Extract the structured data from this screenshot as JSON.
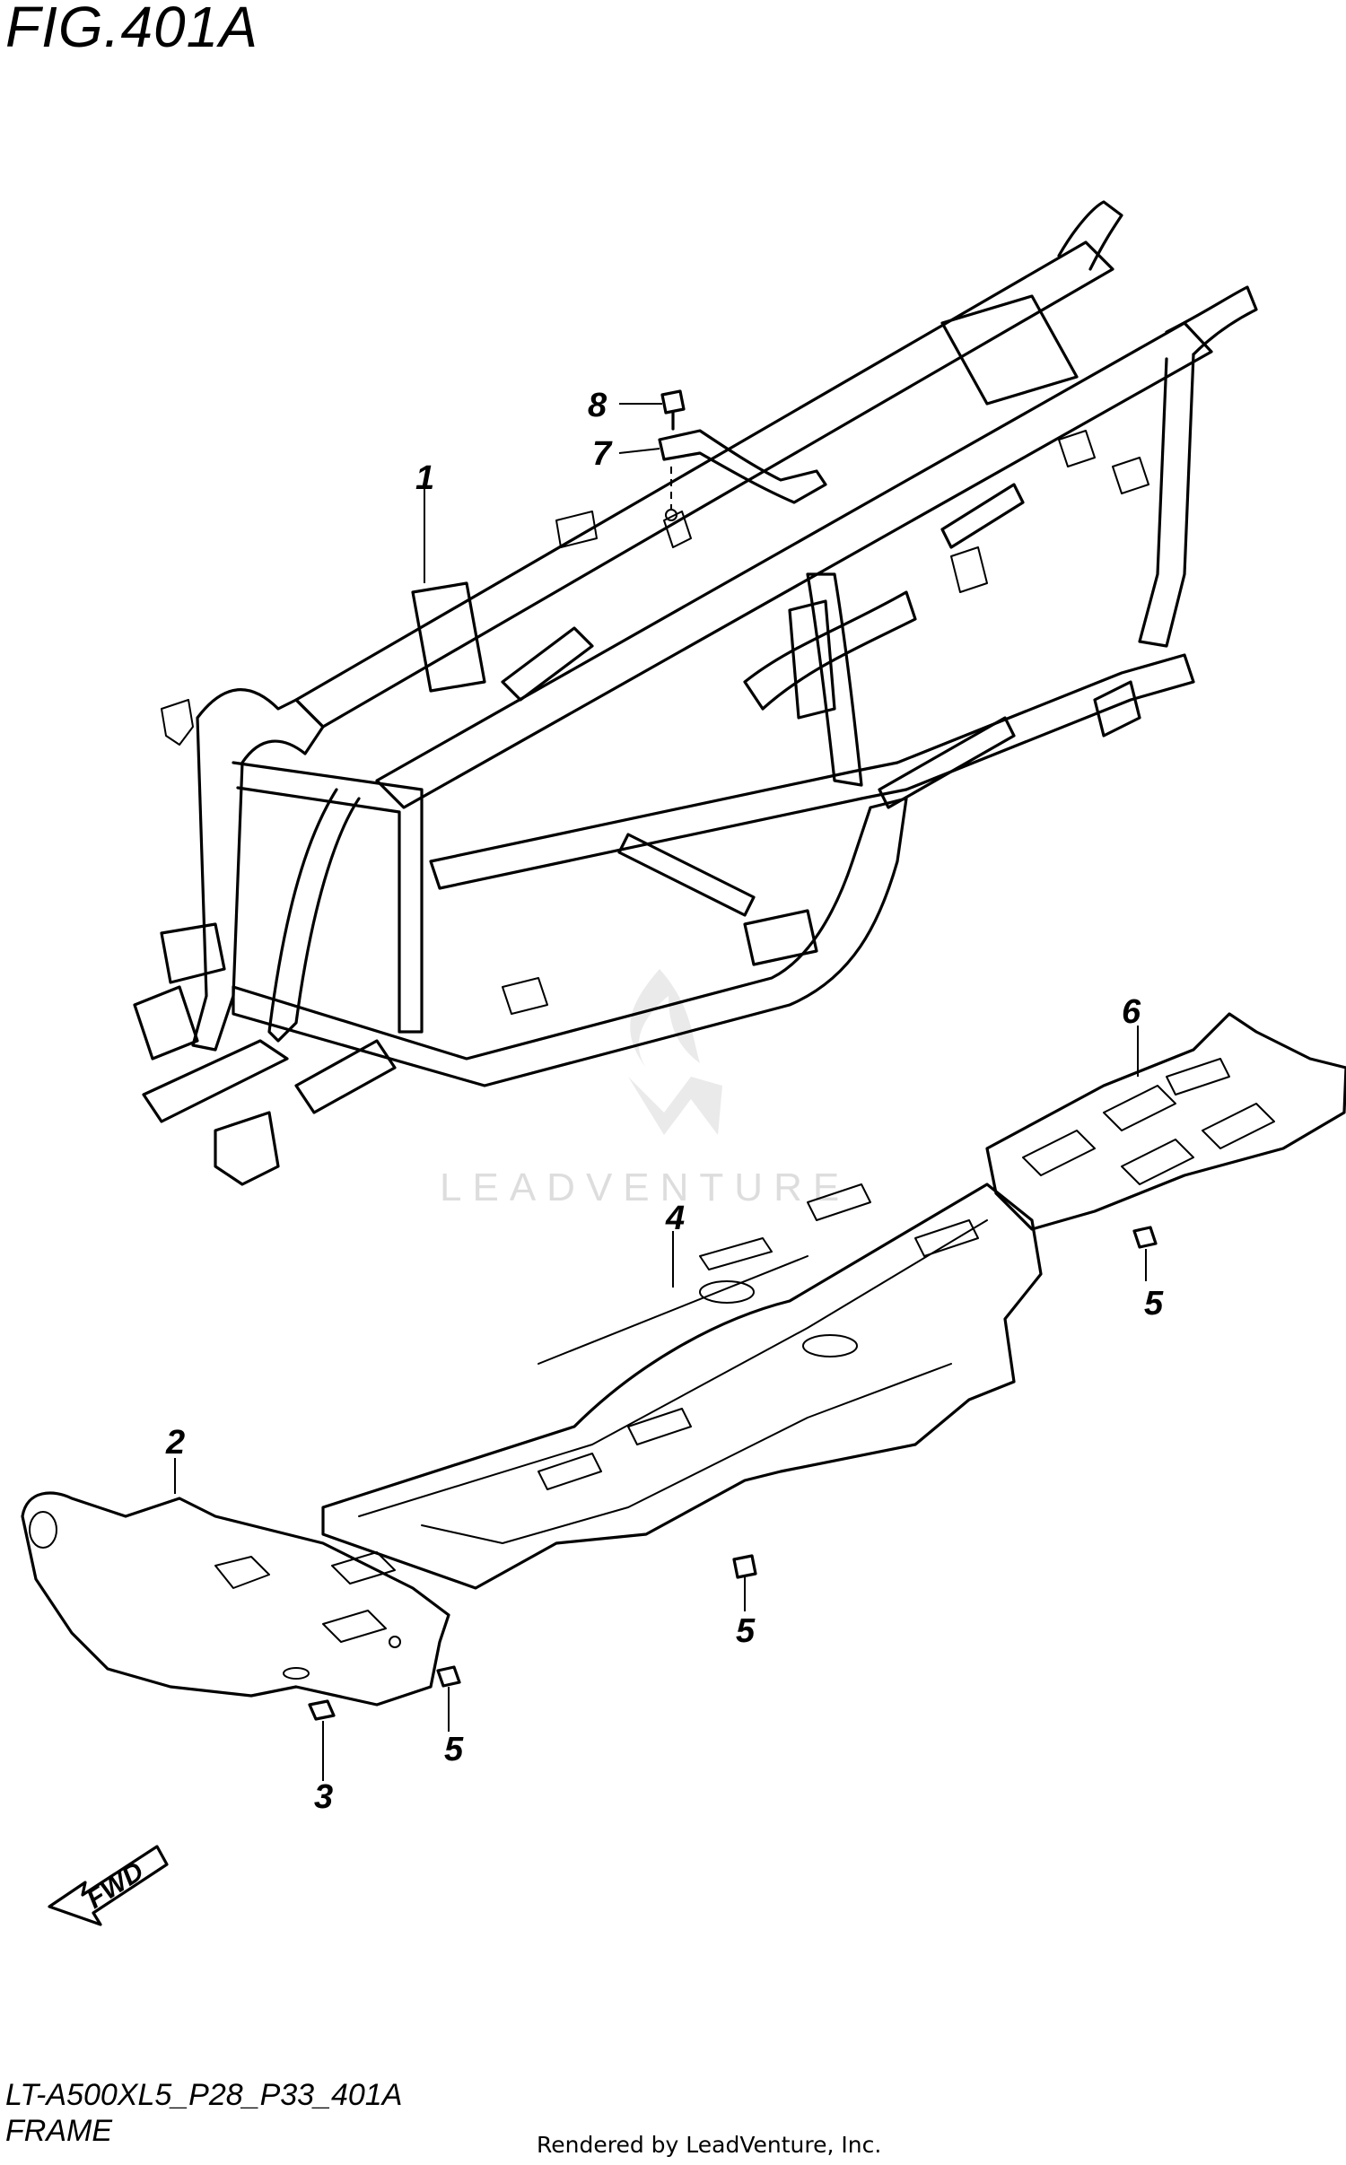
{
  "figure": {
    "title": "FIG.401A",
    "model_code": "LT-A500XL5_P28_P33_401A",
    "section_name": "FRAME",
    "credit": "Rendered by LeadVenture, Inc.",
    "watermark": "LEADVENTURE"
  },
  "direction_marker": {
    "label": "FWD"
  },
  "callouts": [
    {
      "id": "1",
      "part": "frame"
    },
    {
      "id": "2",
      "part": "front-skid-plate"
    },
    {
      "id": "3",
      "part": "nut"
    },
    {
      "id": "4",
      "part": "center-skid-plate"
    },
    {
      "id": "5",
      "part": "bolt"
    },
    {
      "id": "5",
      "part": "bolt"
    },
    {
      "id": "5",
      "part": "bolt"
    },
    {
      "id": "6",
      "part": "rear-skid-plate"
    },
    {
      "id": "7",
      "part": "bracket"
    },
    {
      "id": "8",
      "part": "bolt"
    }
  ]
}
